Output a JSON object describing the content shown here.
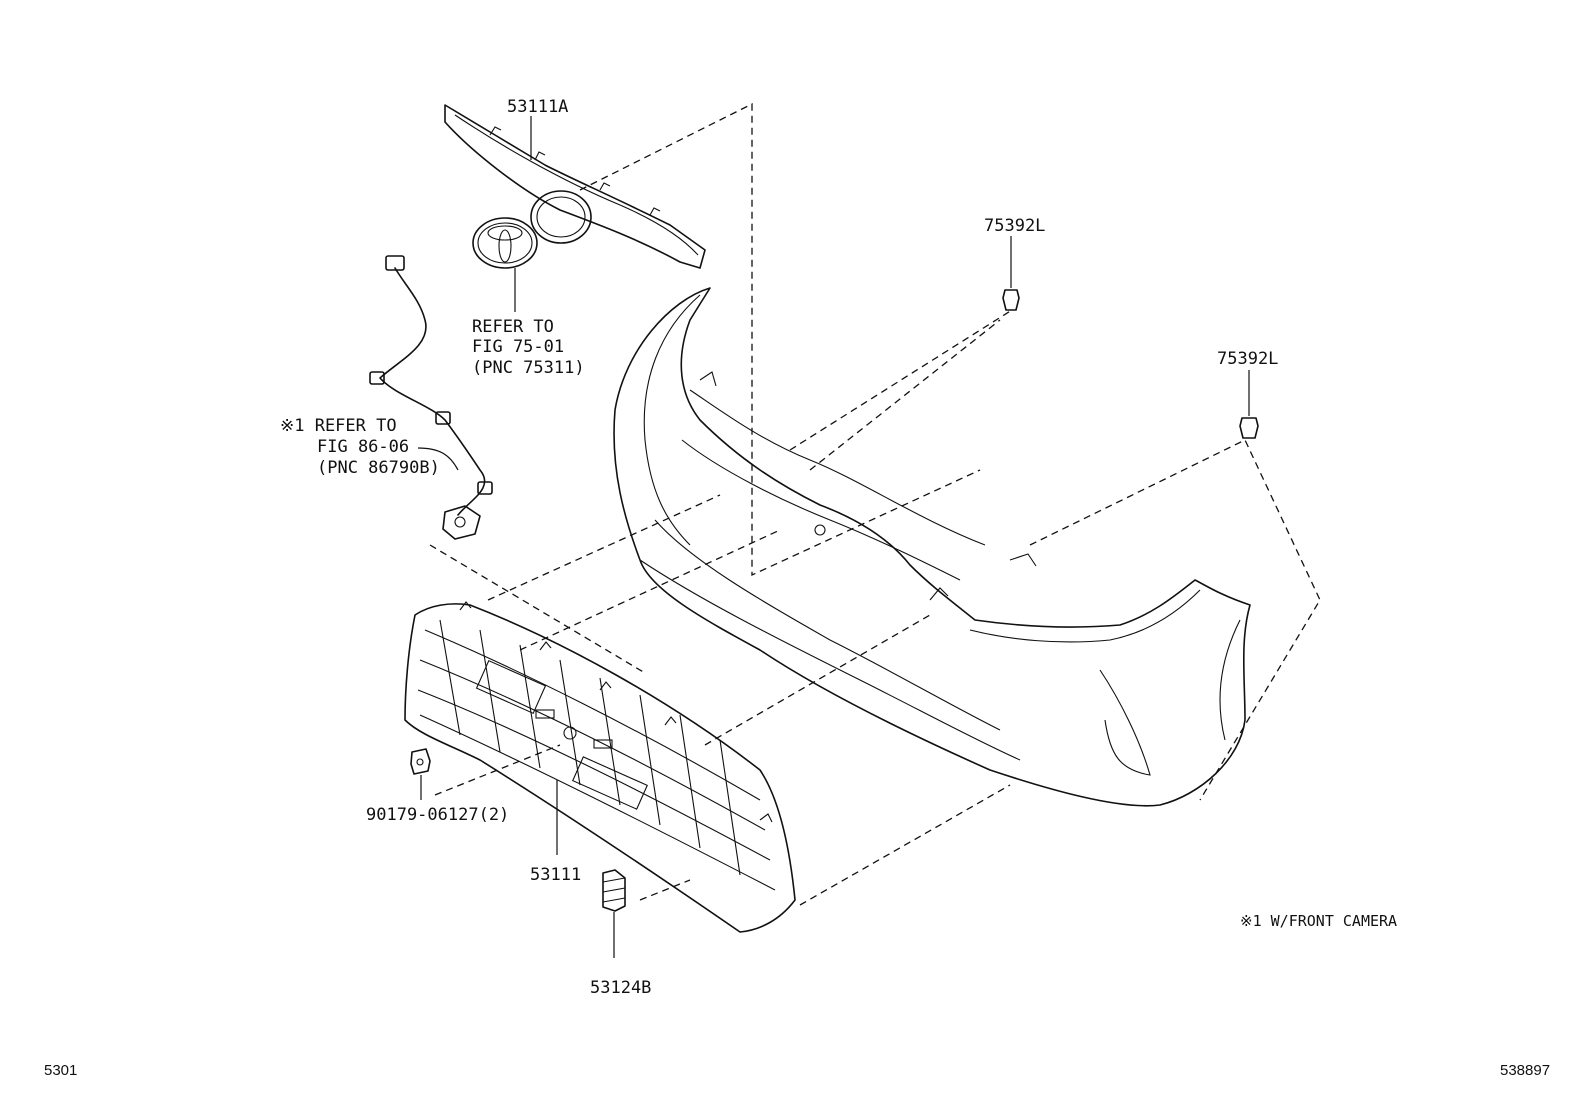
{
  "labels": {
    "upper_molding": "53111A",
    "clip_top": "75392L",
    "clip_right": "75392L",
    "emblem_ref_1": "REFER TO",
    "emblem_ref_2": "FIG 75-01",
    "emblem_ref_3": "(PNC 75311)",
    "camera_ref_1": "※1 REFER TO",
    "camera_ref_2": "FIG 86-06",
    "camera_ref_3": "(PNC 86790B)",
    "nut": "90179-06127(2)",
    "grille": "53111",
    "bracket": "53124B",
    "footnote": "※1 W/FRONT CAMERA"
  },
  "footer": {
    "left_code": "5301",
    "right_code": "538897"
  }
}
